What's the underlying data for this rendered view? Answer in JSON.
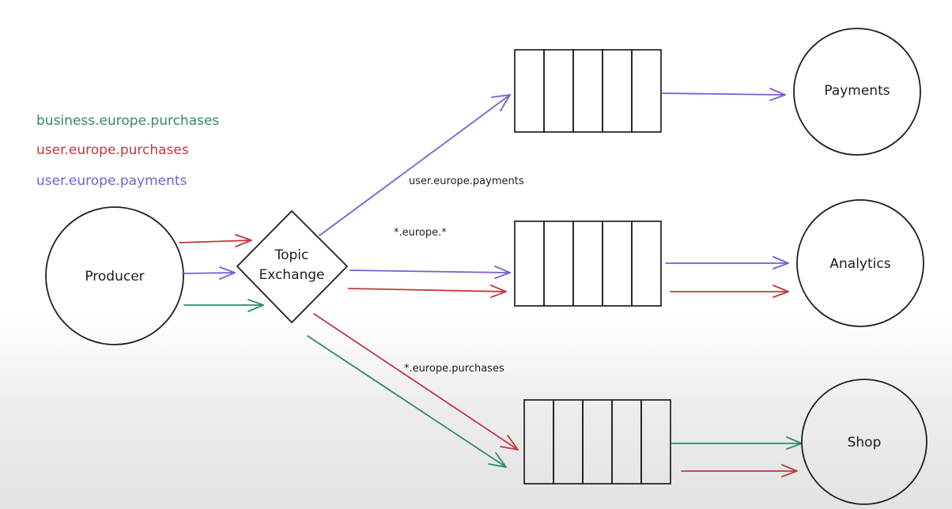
{
  "colors": {
    "business": "#2f8a6e",
    "user_purchases": "#c0393f",
    "user_payments": "#7a5bd6",
    "ink": "#1e1e1e"
  },
  "legend": {
    "business": "business.europe.purchases",
    "user_purchases": "user.europe.purchases",
    "user_payments": "user.europe.payments"
  },
  "nodes": {
    "producer": "Producer",
    "exchange_line1": "Topic",
    "exchange_line2": "Exchange",
    "payments": "Payments",
    "analytics": "Analytics",
    "shop": "Shop"
  },
  "bindings": {
    "payments_key": "user.europe.payments",
    "analytics_key": "*.europe.*",
    "shop_key": "*.europe.purchases"
  }
}
